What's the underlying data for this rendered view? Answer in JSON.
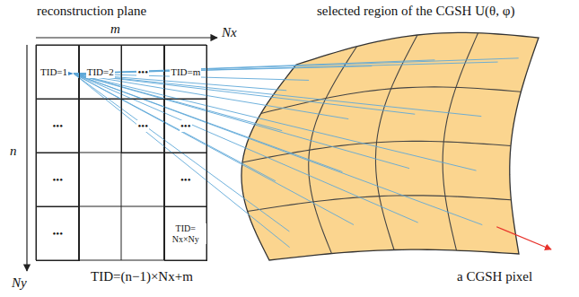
{
  "diagram": {
    "nodes": [
      {
        "text": [
          "TID=1"
        ]
      },
      {
        "text": [
          "TID=2"
        ]
      },
      {
        "text": [
          "•••"
        ]
      },
      {
        "text": [
          "TID=m"
        ]
      },
      {
        "text": [
          "•••"
        ]
      },
      {
        "text": [
          "•••"
        ]
      },
      {
        "text": [
          "•••"
        ]
      },
      {
        "text": [
          "•••"
        ]
      },
      {
        "text": [
          "•••"
        ]
      },
      {
        "text": [
          "•••"
        ]
      },
      {
        "text": [
          "TID= Nx×Ny"
        ]
      }
    ],
    "edges": [],
    "labels": [
      "reconstruction plane",
      "m",
      "Nx",
      "n",
      "Ny",
      "TID=(n−1)×Nx+m",
      "selected region of the CGSH U(θ, φ)",
      "a CGSH pixel"
    ]
  }
}
